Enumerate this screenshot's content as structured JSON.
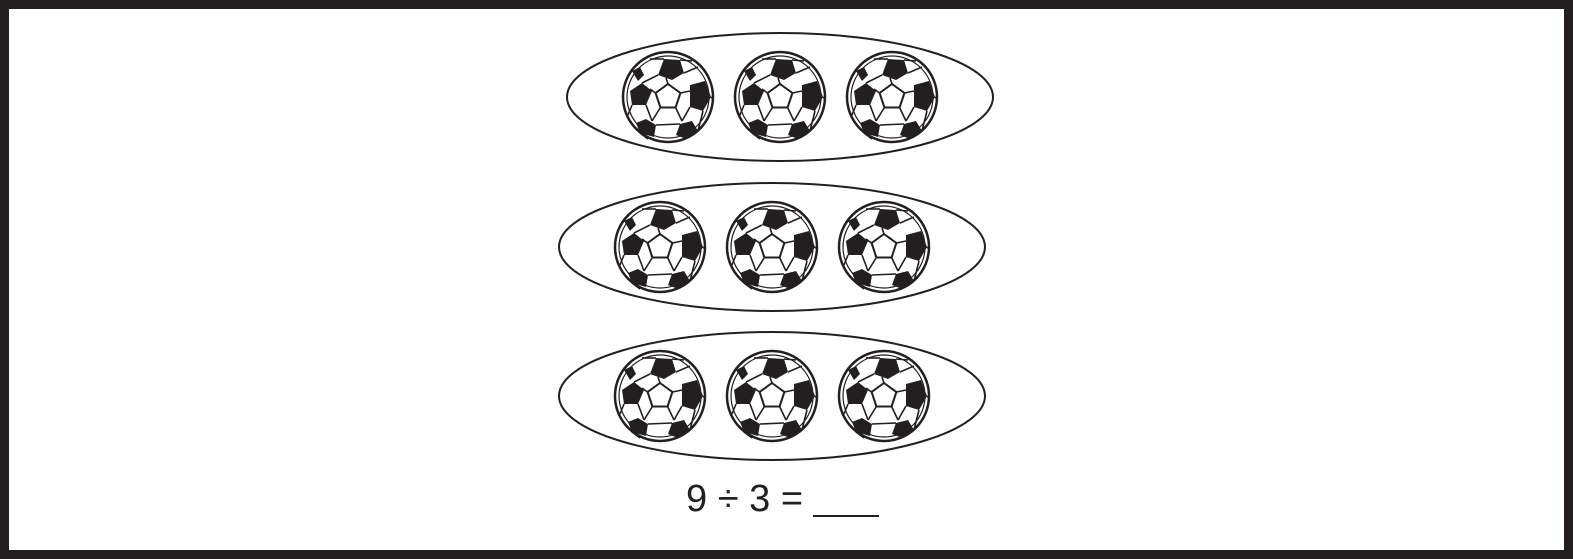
{
  "worksheet": {
    "groups": [
      {
        "ball_count": 3,
        "icon": "soccer-ball-icon"
      },
      {
        "ball_count": 3,
        "icon": "soccer-ball-icon"
      },
      {
        "ball_count": 3,
        "icon": "soccer-ball-icon"
      }
    ],
    "equation": {
      "dividend": "9",
      "operator": "÷",
      "divisor": "3",
      "equals": "="
    },
    "colors": {
      "ink": "#231f20",
      "paper": "#ffffff"
    }
  }
}
